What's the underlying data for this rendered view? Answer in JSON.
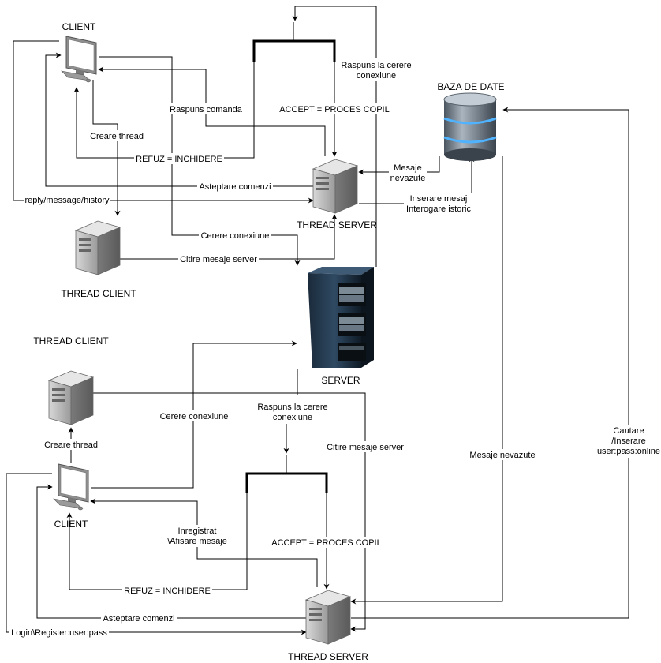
{
  "nodes": {
    "top_client": "CLIENT",
    "top_thread_server": "THREAD SERVER",
    "top_thread_client": "THREAD CLIENT",
    "database": "BAZA DE DATE",
    "server": "SERVER",
    "bottom_thread_client": "THREAD CLIENT",
    "bottom_client": "CLIENT",
    "bottom_thread_server": "THREAD SERVER"
  },
  "edges": {
    "raspuns_cerere_top_1": "Raspuns la cerere",
    "raspuns_cerere_top_2": "conexiune",
    "raspuns_comanda": "Raspuns comanda",
    "accept_top": "ACCEPT = PROCES COPIL",
    "creare_thread_top": "Creare thread",
    "refuz_top": "REFUZ = INCHIDERE",
    "mesaje_nevazute_1": "Mesaje",
    "mesaje_nevazute_2": "nevazute",
    "asteptare_top": "Asteptare comenzi",
    "reply_history": "reply/message/history",
    "inserare_mesaj": "Inserare mesaj",
    "interogare_istoric": "Interogare istoric",
    "cerere_conexiune_top": "Cerere conexiune",
    "citire_mesaje_top": "Citire mesaje server",
    "cerere_conexiune_bottom": "Cerere conexiune",
    "raspuns_cerere_bottom_1": "Raspuns la cerere",
    "raspuns_cerere_bottom_2": "conexiune",
    "creare_thread_bottom": "Creare thread",
    "citire_mesaje_bottom": "Citire mesaje server",
    "mesaje_nevazute_long": "Mesaje nevazute",
    "cautare_1": "Cautare",
    "cautare_2": "/Inserare",
    "cautare_3": "user:pass:online",
    "inregistrat_1": "Inregistrat",
    "inregistrat_2": "\\Afisare mesaje",
    "accept_bottom": "ACCEPT = PROCES COPIL",
    "refuz_bottom": "REFUZ = INCHIDERE",
    "asteptare_bottom": "Asteptare comenzi",
    "login_register": "Login\\Register:user:pass"
  }
}
